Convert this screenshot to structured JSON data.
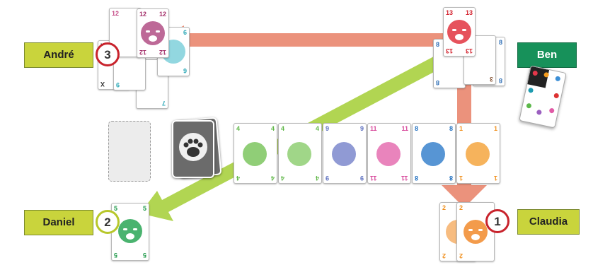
{
  "players": {
    "andre": {
      "name": "André",
      "order": "3"
    },
    "ben": {
      "name": "Ben"
    },
    "daniel": {
      "name": "Daniel",
      "order": "2"
    },
    "claudia": {
      "name": "Claudia",
      "order": "1"
    }
  },
  "cards": {
    "andre_top": {
      "value": "12",
      "color": "#a4306a"
    },
    "andre_mid": {
      "value": "12",
      "color": "#c54a86"
    },
    "andre_x": {
      "value": "X",
      "color": "#333333"
    },
    "andre_6": {
      "value": "6",
      "color": "#2aa7b6"
    },
    "andre_9": {
      "value": "9",
      "color": "#2aa7b6"
    },
    "andre_7": {
      "value": "7",
      "color": "#2aa7b6"
    },
    "ben_13": {
      "value": "13",
      "color": "#d3212d"
    },
    "ben_8a": {
      "value": "8",
      "color": "#2f6fb6"
    },
    "ben_8b": {
      "value": "8",
      "color": "#2f6fb6"
    },
    "ben_3": {
      "value": "3",
      "color": "#8a5a3a"
    },
    "row": [
      {
        "value": "4",
        "color": "#62b84a"
      },
      {
        "value": "4",
        "color": "#62b84a"
      },
      {
        "value": "9",
        "color": "#5c6fbf"
      },
      {
        "value": "11",
        "color": "#d7479a"
      },
      {
        "value": "8",
        "color": "#1f6fc0"
      },
      {
        "value": "1",
        "color": "#f0901e"
      }
    ],
    "daniel_5": {
      "value": "5",
      "color": "#1f9a4a"
    },
    "claudia_2a": {
      "value": "2",
      "color": "#f0901e"
    },
    "claudia_2b": {
      "value": "2",
      "color": "#f0901e"
    }
  },
  "colors": {
    "arrow_red": "#e8836a",
    "arrow_green": "#a6cf3a",
    "label_lime": "#c9d43c",
    "label_green": "#17915a"
  }
}
